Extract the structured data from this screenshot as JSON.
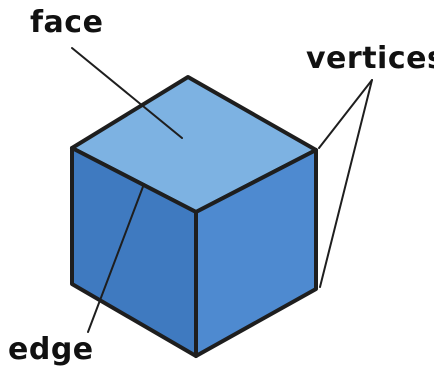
{
  "labels": {
    "face": "face",
    "vertices": "vertices",
    "edge": "edge"
  },
  "colors": {
    "top_face": "#7db2e2",
    "left_face": "#3f7ac0",
    "right_face": "#4e8ad0",
    "outline": "#1e1e1e",
    "label_text": "#111111"
  }
}
